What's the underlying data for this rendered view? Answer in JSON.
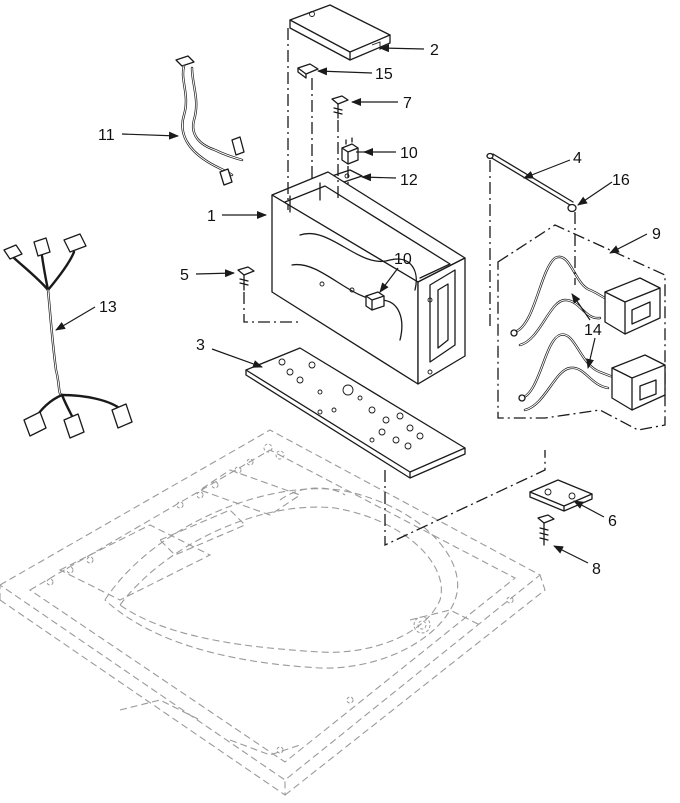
{
  "diagram": {
    "callouts": [
      {
        "id": "c1",
        "label": "1"
      },
      {
        "id": "c2",
        "label": "2"
      },
      {
        "id": "c3",
        "label": "3"
      },
      {
        "id": "c4",
        "label": "4"
      },
      {
        "id": "c5",
        "label": "5"
      },
      {
        "id": "c6",
        "label": "6"
      },
      {
        "id": "c7",
        "label": "7"
      },
      {
        "id": "c8",
        "label": "8"
      },
      {
        "id": "c9",
        "label": "9"
      },
      {
        "id": "c10a",
        "label": "10"
      },
      {
        "id": "c10b",
        "label": "10"
      },
      {
        "id": "c11",
        "label": "11"
      },
      {
        "id": "c12",
        "label": "12"
      },
      {
        "id": "c13",
        "label": "13"
      },
      {
        "id": "c14",
        "label": "14"
      },
      {
        "id": "c15",
        "label": "15"
      },
      {
        "id": "c16",
        "label": "16"
      }
    ]
  }
}
